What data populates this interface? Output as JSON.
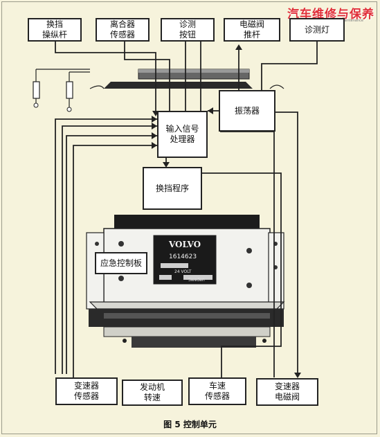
{
  "watermark": {
    "title": "汽车维修与保养",
    "subtitle": "Car Repair & Maintenance"
  },
  "boxes": {
    "shift_lever": [
      "换挡",
      "操纵杆"
    ],
    "clutch_sensor": [
      "离合器",
      "传感器"
    ],
    "diag_button": [
      "诊测",
      "按钮"
    ],
    "solenoid_pushrod": [
      "电磁阀",
      "推杆"
    ],
    "diag_lamp": [
      "诊测灯"
    ],
    "input_processor": [
      "输入信号",
      "处理器"
    ],
    "oscillator": [
      "振荡器"
    ],
    "shift_program": [
      "换挡程序"
    ],
    "emergency_board": [
      "应急控制板"
    ],
    "trans_sensor": [
      "变速器",
      "传感器"
    ],
    "engine_speed": [
      "发动机",
      "转速"
    ],
    "vehicle_speed_sensor": [
      "车速",
      "传感器"
    ],
    "trans_solenoid": [
      "变速器",
      "电磁阀"
    ]
  },
  "unit_plate": {
    "brand": "VOLVO",
    "part_number": "1614623",
    "voltage": "24 VOLT",
    "origin": "Sweden"
  },
  "caption": "图 5  控制单元",
  "colors": {
    "background": "#f6f3dc",
    "line": "#222222",
    "watermark": "#e0303a"
  }
}
